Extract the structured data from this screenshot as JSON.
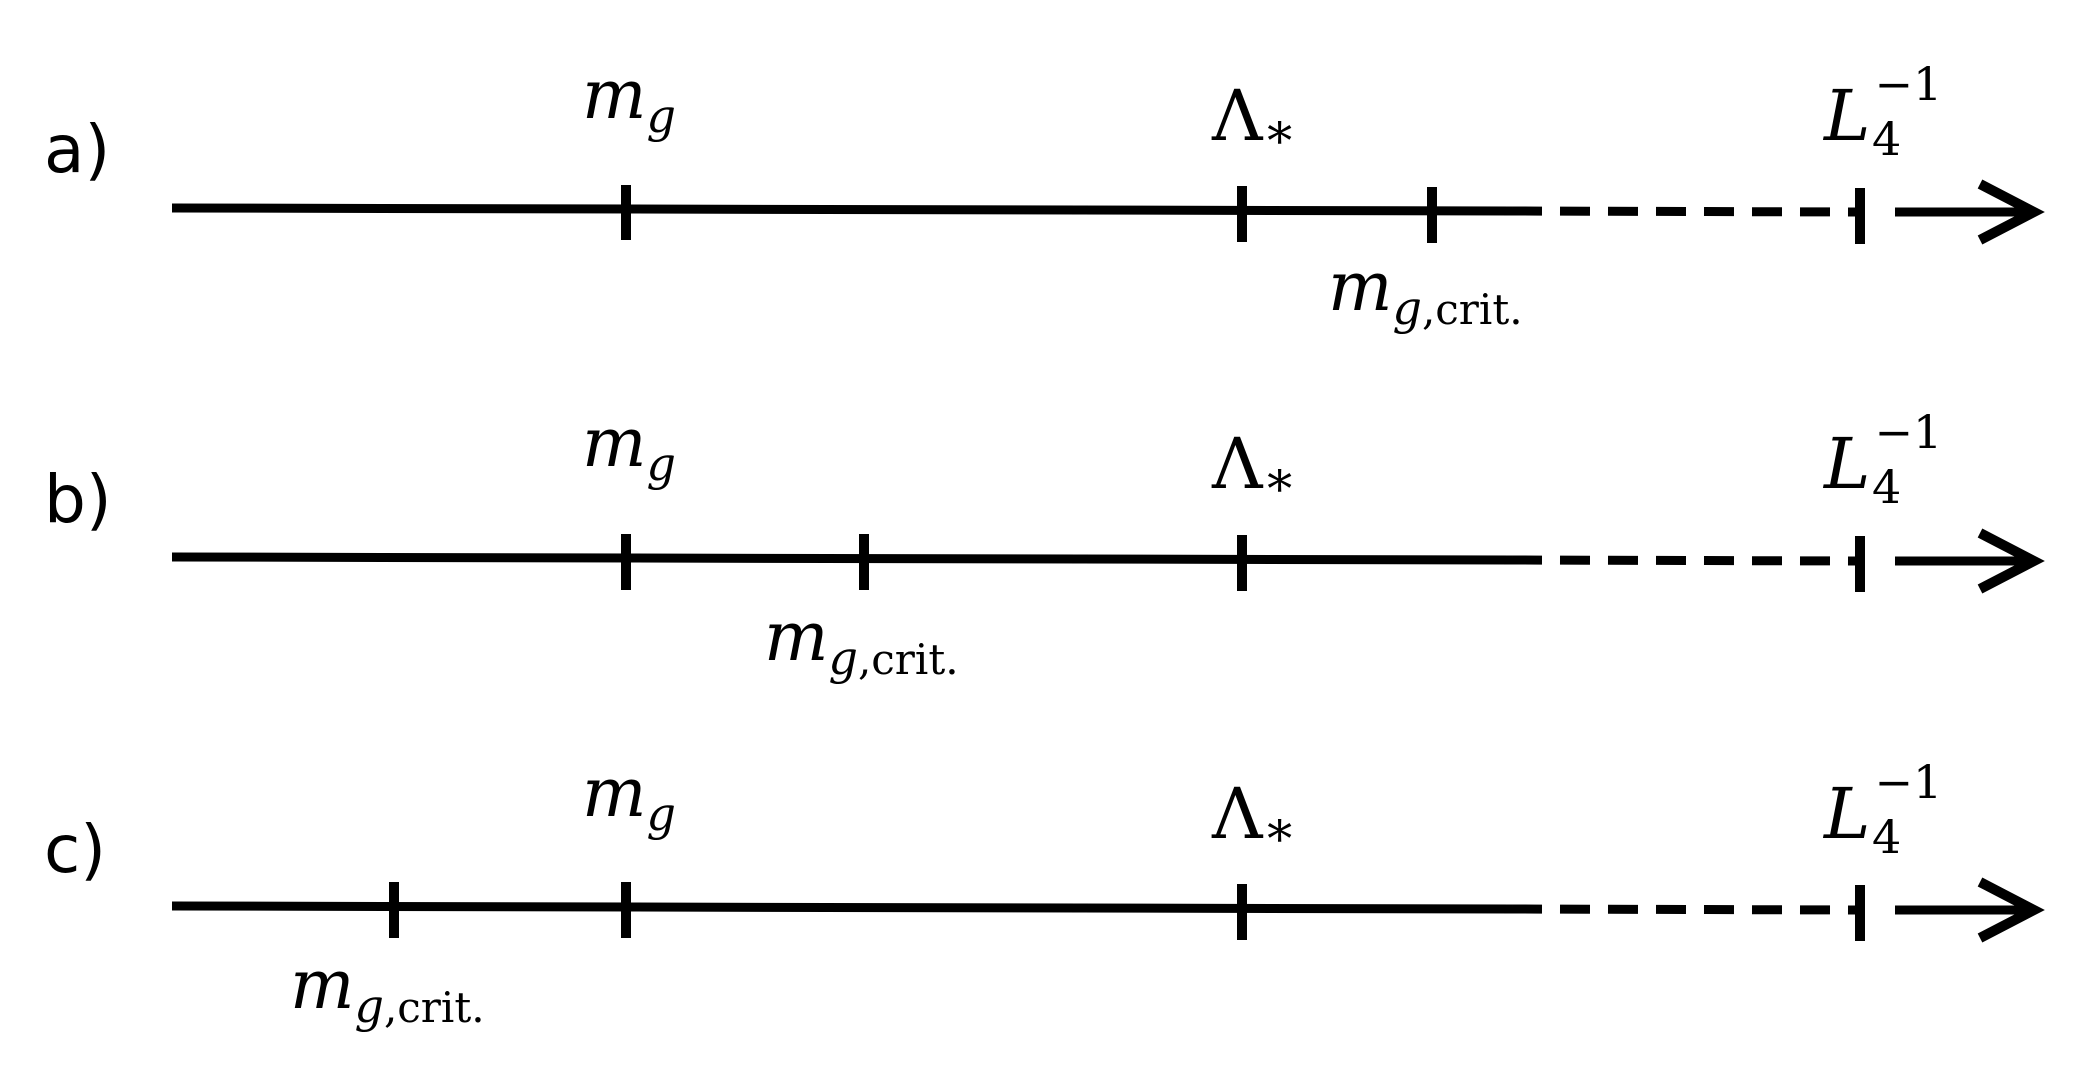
{
  "diagram": {
    "rows": [
      {
        "id": "a",
        "label": "a)",
        "order": [
          "m_g",
          "Lambda_star",
          "m_g_crit",
          "L4_inv"
        ],
        "marks": {
          "m_g": {
            "base": "m",
            "sub": "g"
          },
          "Lambda_star": {
            "base": "Λ",
            "sub": "∗"
          },
          "m_g_crit": {
            "base": "m",
            "sub_italic": "g",
            "sub_roman": ",crit."
          },
          "L4_inv": {
            "base": "L",
            "sup": "−1",
            "sub": "4"
          }
        }
      },
      {
        "id": "b",
        "label": "b)",
        "order": [
          "m_g",
          "m_g_crit",
          "Lambda_star",
          "L4_inv"
        ],
        "marks": {
          "m_g": {
            "base": "m",
            "sub": "g"
          },
          "Lambda_star": {
            "base": "Λ",
            "sub": "∗"
          },
          "m_g_crit": {
            "base": "m",
            "sub_italic": "g",
            "sub_roman": ",crit."
          },
          "L4_inv": {
            "base": "L",
            "sup": "−1",
            "sub": "4"
          }
        }
      },
      {
        "id": "c",
        "label": "c)",
        "order": [
          "m_g_crit",
          "m_g",
          "Lambda_star",
          "L4_inv"
        ],
        "marks": {
          "m_g": {
            "base": "m",
            "sub": "g"
          },
          "Lambda_star": {
            "base": "Λ",
            "sub": "∗"
          },
          "m_g_crit": {
            "base": "m",
            "sub_italic": "g",
            "sub_roman": ",crit."
          },
          "L4_inv": {
            "base": "L",
            "sup": "−1",
            "sub": "4"
          }
        }
      }
    ],
    "line_style": {
      "solid_segment": "solid",
      "far_segment": "dashed",
      "end": "arrow"
    },
    "color": "#000000"
  }
}
